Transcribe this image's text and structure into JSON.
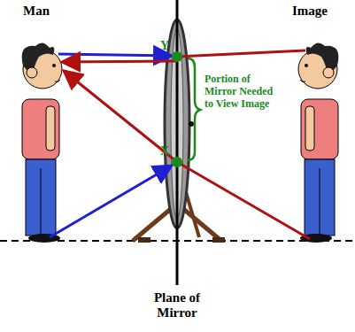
{
  "diagram": {
    "labels": [
      "Man",
      "Image",
      "Y",
      "X",
      "Portion of Mirror Needed to View Image",
      "Plane of Mirror"
    ]
  }
}
